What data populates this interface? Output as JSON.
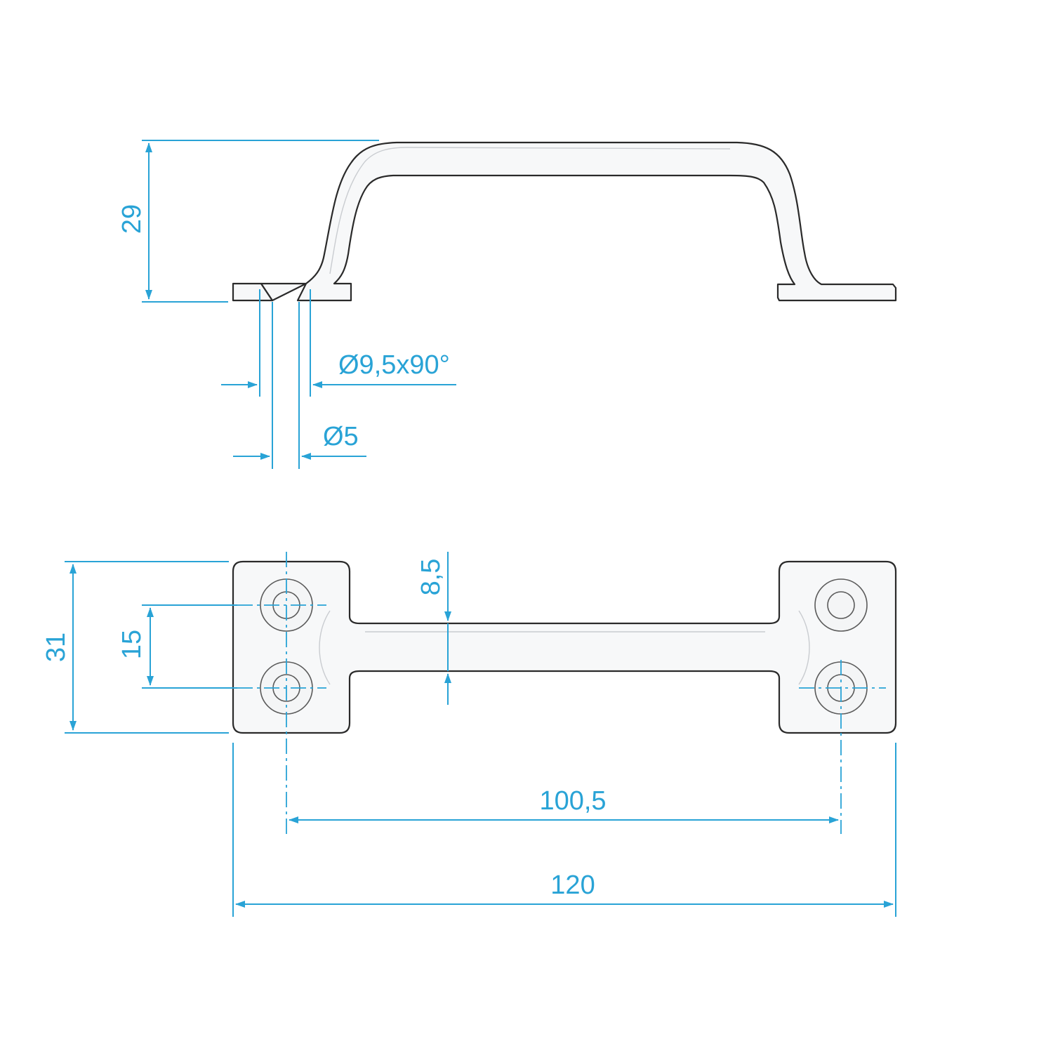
{
  "colors": {
    "dimension": "#29a3d6",
    "outline": "#2a2a2a",
    "fill": "#f7f8f9"
  },
  "dimensions": {
    "height": "29",
    "countersink": "Ø9,5x90°",
    "hole": "Ø5",
    "total_width_base": "31",
    "hole_spacing_vertical": "15",
    "handle_width": "8,5",
    "hole_spacing_horizontal": "100,5",
    "total_length": "120"
  }
}
